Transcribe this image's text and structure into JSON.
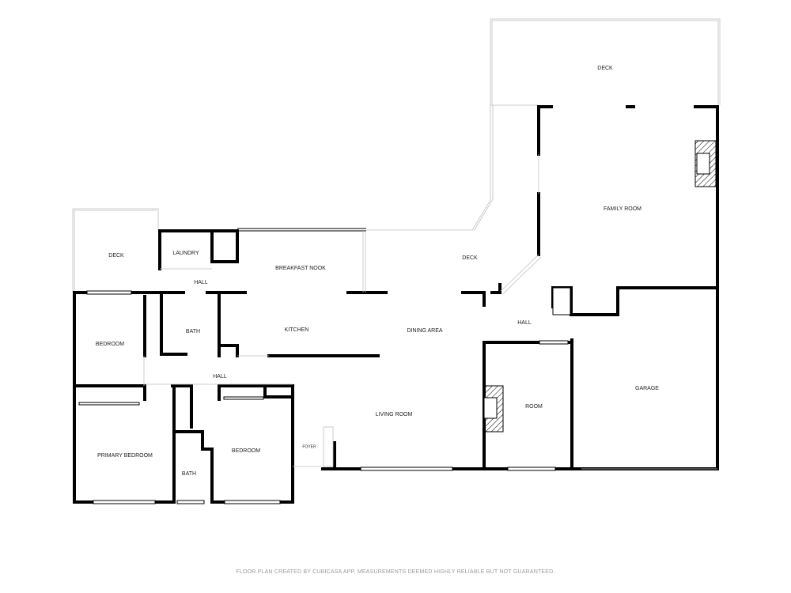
{
  "rooms": {
    "deck_top": "DECK",
    "family_room": "FAMILY ROOM",
    "deck_middle": "DECK",
    "deck_left": "DECK",
    "laundry": "LAUNDRY",
    "breakfast_nook": "BREAKFAST NOOK",
    "hall_upper_left": "HALL",
    "bedroom_left": "BEDROOM",
    "bath_upper": "BATH",
    "kitchen": "KITCHEN",
    "dining_area": "DINING AREA",
    "hall_right": "HALL",
    "hall_lower_left": "HALL",
    "living_room": "LIVING ROOM",
    "room": "ROOM",
    "garage": "GARAGE",
    "primary_bedroom": "PRIMARY BEDROOM",
    "bedroom_lower": "BEDROOM",
    "bath_lower": "BATH",
    "foyer": "FOYER"
  },
  "footer": "FLOOR PLAN CREATED BY CUBICASA APP. MEASUREMENTS DEEMED HIGHLY RELIABLE BUT NOT GUARANTEED."
}
